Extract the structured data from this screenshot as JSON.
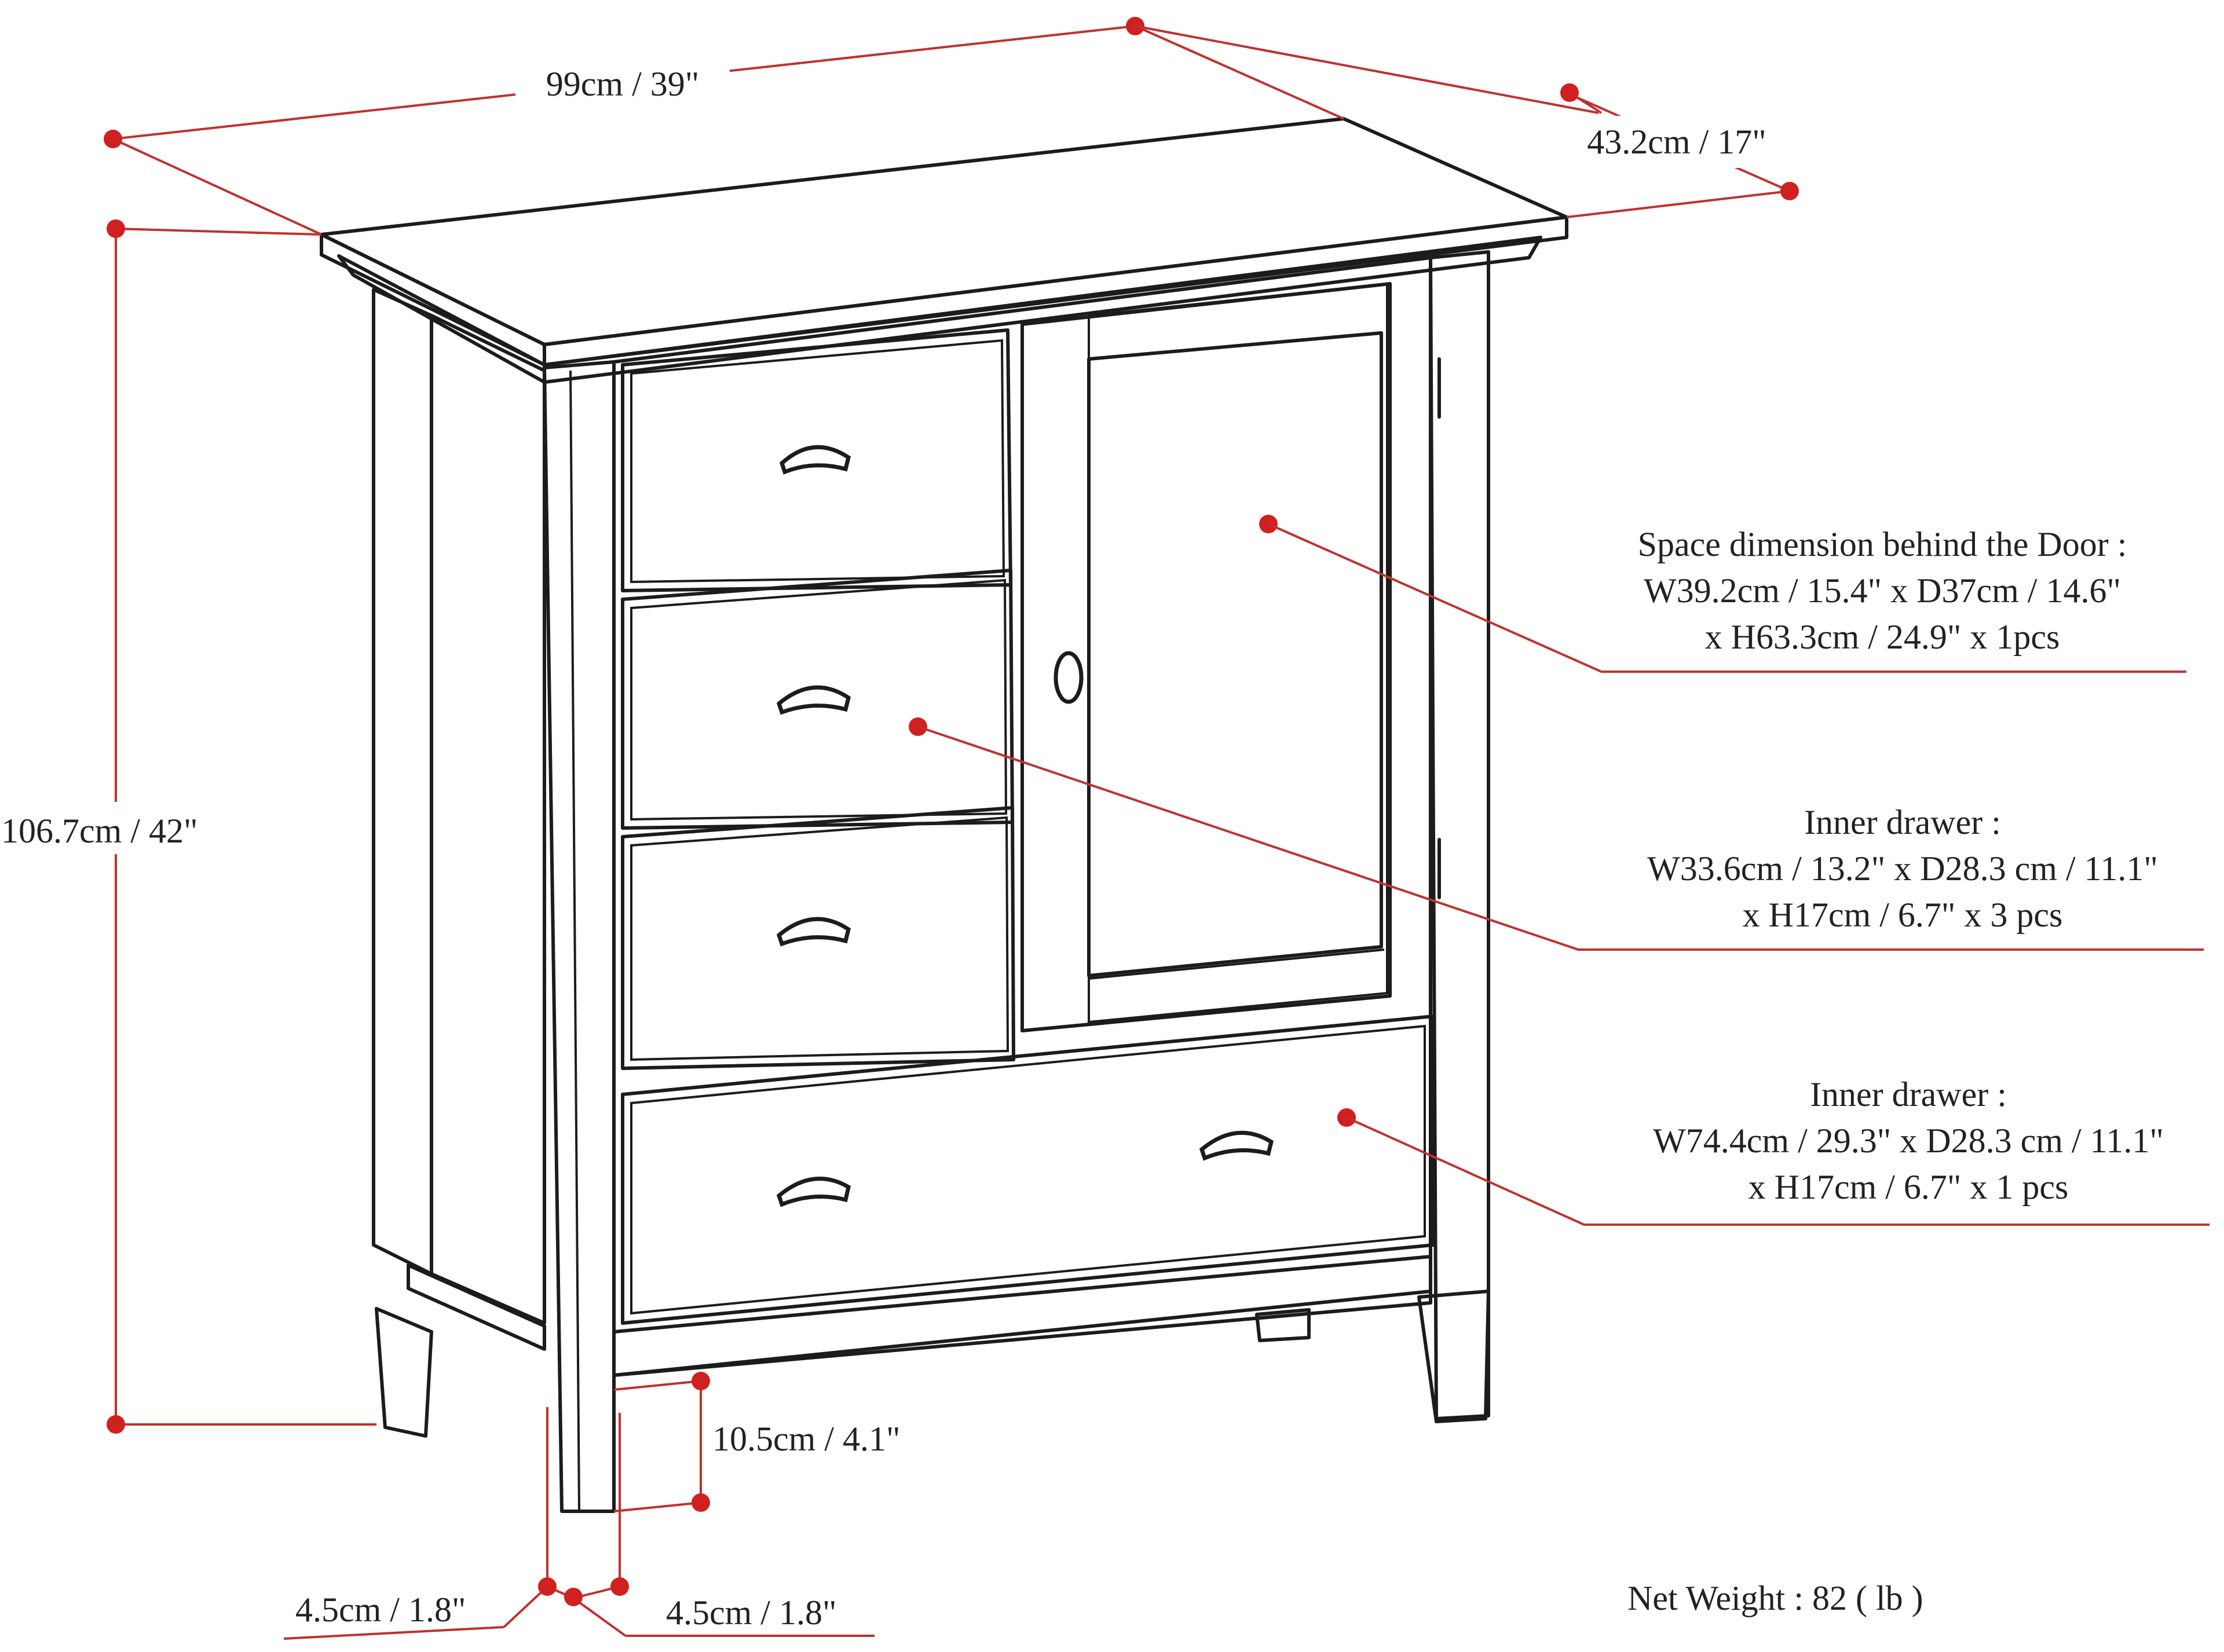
{
  "dimensions": {
    "width": "99cm / 39\"",
    "depth": "43.2cm / 17\"",
    "height": "106.7cm / 42\"",
    "leg_height": "10.5cm / 4.1\"",
    "leg_width_left": "4.5cm / 1.8\"",
    "leg_width_right": "4.5cm / 1.8\""
  },
  "callouts": {
    "door_space": {
      "lines": [
        "Space dimension behind the Door :",
        "W39.2cm / 15.4\" x D37cm / 14.6\"",
        "x H63.3cm / 24.9\" x 1pcs"
      ]
    },
    "small_drawer": {
      "lines": [
        "Inner drawer :",
        "W33.6cm / 13.2\" x D28.3 cm / 11.1\"",
        "x H17cm / 6.7\" x 3 pcs"
      ]
    },
    "large_drawer": {
      "lines": [
        "Inner drawer :",
        "W74.4cm / 29.3\" x D28.3 cm / 11.1\"",
        "x H17cm / 6.7\" x 1 pcs"
      ]
    }
  },
  "net_weight": "Net Weight : 82 ( lb )",
  "colors": {
    "line": "#1c1c1c",
    "dimension": "#c0312f",
    "dot": "#d0201f",
    "background": "#ffffff"
  }
}
